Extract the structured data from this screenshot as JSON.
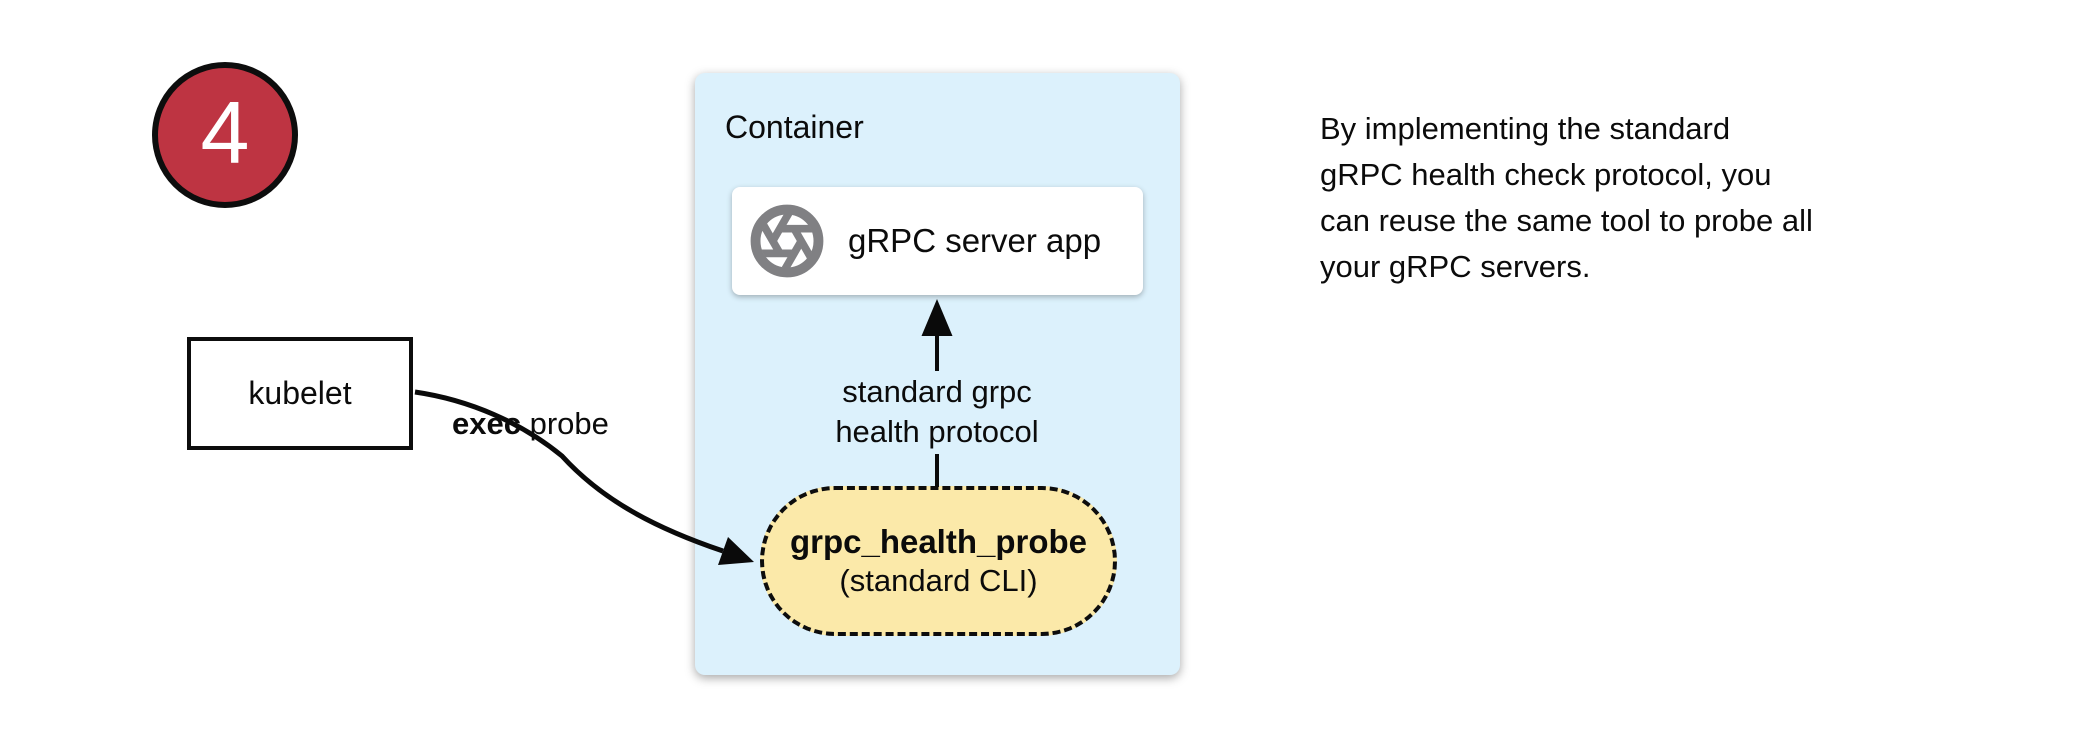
{
  "step_badge": {
    "number": "4"
  },
  "kubelet": {
    "label": "kubelet"
  },
  "exec_probe": {
    "bold": "exec",
    "rest": " probe"
  },
  "container": {
    "label": "Container",
    "server_box": {
      "label": "gRPC server app",
      "icon": "aperture-icon"
    },
    "protocol_arrow": {
      "line1": "standard grpc",
      "line2": "health protocol"
    },
    "probe_pill": {
      "title": "grpc_health_probe",
      "subtitle": "(standard CLI)"
    }
  },
  "note": {
    "lines": [
      "By implementing the standard",
      "gRPC health check protocol, you",
      "can reuse the same tool to probe all",
      "your gRPC servers."
    ]
  },
  "colors": {
    "badge-red": "#BE3442",
    "container-blue": "#DCF1FC",
    "pill-yellow": "#FBE9A9",
    "icon-gray": "#808083",
    "ink": "#0b0b0b"
  }
}
